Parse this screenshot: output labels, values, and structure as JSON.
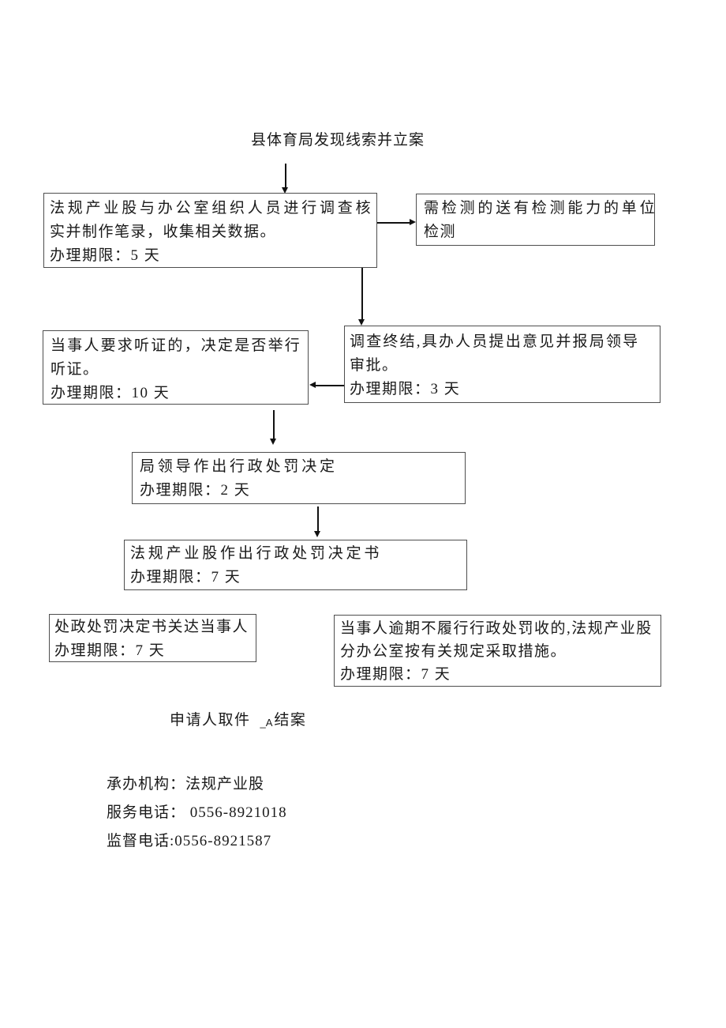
{
  "page": {
    "title": "县体育局发现线索并立案",
    "colors": {
      "text": "#1a1a1a",
      "border": "#4e4e4e",
      "arrow": "#111111",
      "bg": "#ffffff"
    }
  },
  "flow": {
    "boxes": [
      {
        "id": "investigate",
        "lines": [
          "法规产业股与办公室组织人员进行调查核",
          "实并制作笔录，收集相关数据。",
          "办理期限：5 天"
        ]
      },
      {
        "id": "testing",
        "lines": [
          "需检测的送有检测能力的单位",
          "检测"
        ]
      },
      {
        "id": "conclusion",
        "lines": [
          "调查终结,具办人员提出意见并报局领导",
          "审批。",
          "办理期限：3 天"
        ]
      },
      {
        "id": "hearing",
        "lines": [
          "当事人要求听证的，决定是否举行",
          "听证。",
          "办理期限：10 天"
        ]
      },
      {
        "id": "decision",
        "lines": [
          "局领导作出行政处罚决定",
          "办理期限：2 天"
        ]
      },
      {
        "id": "decision-doc",
        "lines": [
          "法规产业股作出行政处罚决定书",
          "办理期限：7 天"
        ]
      },
      {
        "id": "deliver",
        "lines": [
          "处政处罚决定书关达当事人",
          "办理期限：7 天"
        ]
      },
      {
        "id": "enforce",
        "lines": [
          "当事人逾期不履行行政处罚收的,法规产业股",
          "分办公室按有关规定采取措施。",
          "办理期限：7 天"
        ]
      }
    ],
    "closing": {
      "prefix": "申请人取件",
      "marker": "_A",
      "suffix": "结案"
    }
  },
  "footer": {
    "lines": [
      "承办机构：法规产业股",
      "服务电话： 0556-8921018",
      "监督电话:0556-8921587"
    ]
  }
}
